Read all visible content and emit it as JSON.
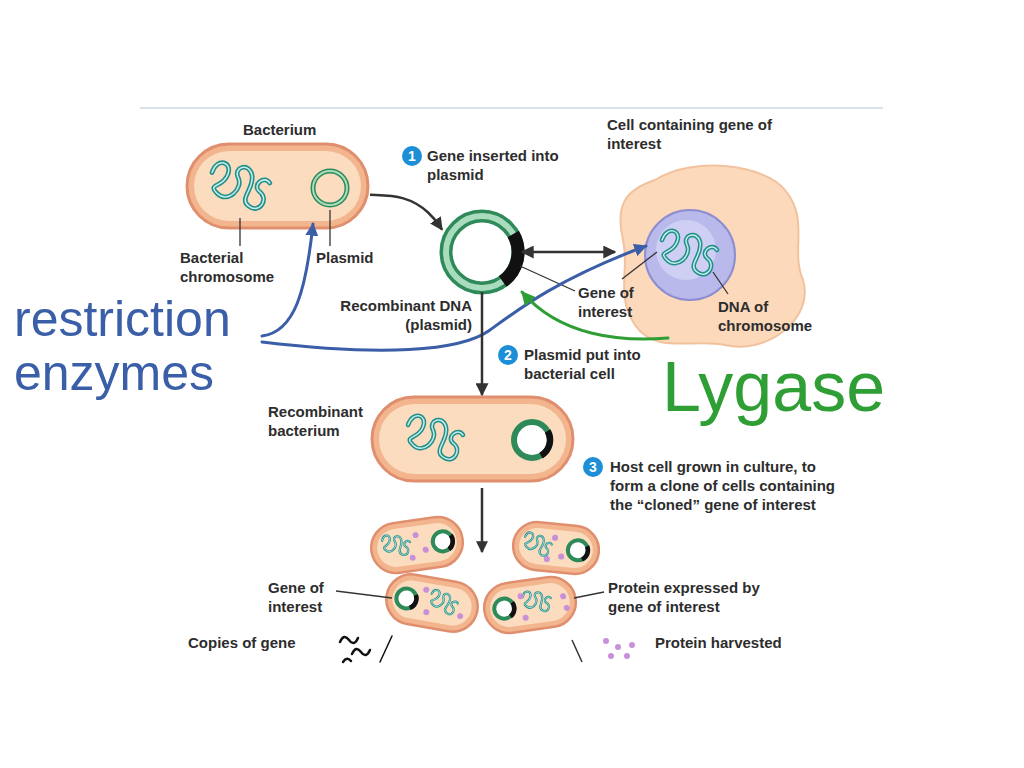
{
  "diagram": {
    "nodes": [
      {
        "text": [
          "Bacterium"
        ]
      },
      {
        "text": [
          "Recombinant DNA (plasmid)"
        ]
      },
      {
        "text": [
          "Cell containing gene of interest"
        ]
      },
      {
        "text": [
          "Recombinant bacterium"
        ]
      }
    ],
    "edges": [
      {
        "from": 0,
        "to": 1,
        "arrow": "to"
      },
      {
        "from": 1,
        "to": 2,
        "arrow": "both"
      },
      {
        "from": 1,
        "to": 3,
        "arrow": "to"
      }
    ],
    "labels": [
      "Bacterial chromosome",
      "Plasmid",
      "1",
      "Gene inserted into plasmid",
      "Gene of interest",
      "DNA of chromosome",
      "2",
      "Plasmid put into bacterial cell",
      "3",
      "Host cell grown in culture, to form a clone of cells containing the “cloned” gene of interest",
      "Gene of interest",
      "Protein expressed by gene of interest",
      "Copies of gene",
      "Protein harvested",
      "restriction enzymes",
      "Lygase"
    ]
  }
}
